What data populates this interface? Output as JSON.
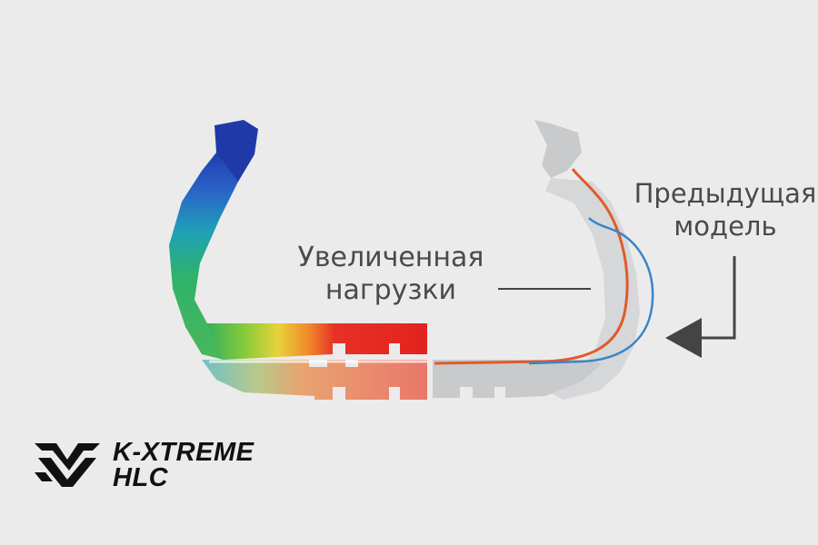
{
  "labels": {
    "increased_load": [
      "Увеличенная",
      "нагрузки"
    ],
    "previous_model": [
      "Предыдущая",
      "модель"
    ]
  },
  "brand": {
    "logo_icon": "kumho-emblem-icon",
    "name_lines": [
      "K-XTREME",
      "HLC"
    ]
  },
  "colors": {
    "background": "#ebebeb",
    "new_carcass_line": "#e05a2a",
    "previous_carcass_line": "#3a84c8",
    "tire_profile": "#c9cacc",
    "arrow": "#444444",
    "text": "#4a4a4a"
  }
}
